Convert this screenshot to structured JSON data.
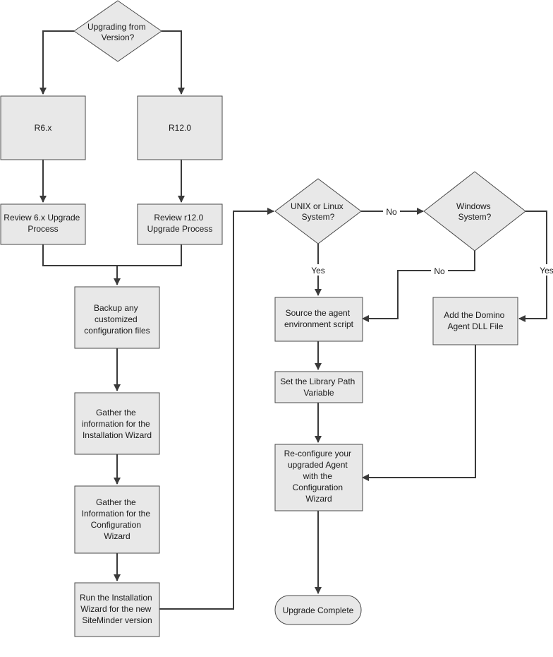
{
  "nodes": {
    "upgrading_from": [
      "Upgrading from",
      "Version?"
    ],
    "r6x": [
      "R6.x"
    ],
    "r12": [
      "R12.0"
    ],
    "review6": [
      "Review 6.x Upgrade",
      "Process"
    ],
    "review12": [
      "Review r12.0",
      "Upgrade Process"
    ],
    "backup": [
      "Backup any",
      "customized",
      "configuration files"
    ],
    "gather_install": [
      "Gather the",
      "information for the",
      "Installation Wizard"
    ],
    "gather_config": [
      "Gather the",
      "Information for the",
      "Configuration",
      "Wizard"
    ],
    "run_wizard": [
      "Run the Installation",
      "Wizard for the new",
      "SiteMinder version"
    ],
    "unix_linux": [
      "UNIX or Linux",
      "System?"
    ],
    "windows": [
      "Windows",
      "System?"
    ],
    "source_script": [
      "Source the agent",
      "environment script"
    ],
    "add_dll": [
      "Add the Domino",
      "Agent DLL File"
    ],
    "set_library": [
      "Set the Library Path",
      "Variable"
    ],
    "reconfigure": [
      "Re-configure your",
      "upgraded Agent",
      "with the",
      "Configuration",
      "Wizard"
    ],
    "complete": [
      "Upgrade Complete"
    ]
  },
  "edge_labels": {
    "unix_no": "No",
    "unix_yes": "Yes",
    "windows_no": "No",
    "windows_yes": "Yes"
  }
}
